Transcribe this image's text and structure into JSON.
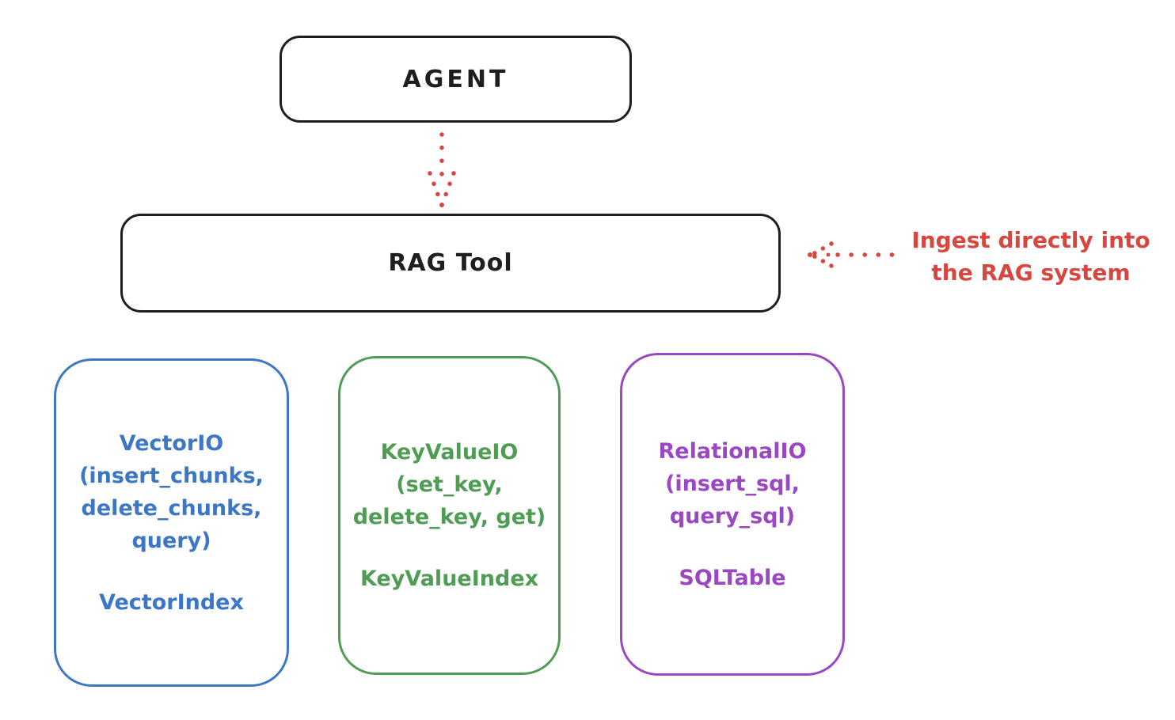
{
  "colors": {
    "ink": "#1e1e1e",
    "red": "#d8473f",
    "blue": "#3b77c4",
    "green": "#4f9d55",
    "purple": "#9b46c3"
  },
  "agent_box": {
    "label": "AGENT"
  },
  "rag_tool_box": {
    "label": "RAG Tool"
  },
  "annotation": {
    "line1": "Ingest directly into",
    "line2": "the RAG system"
  },
  "backends": {
    "vector": {
      "title": "VectorIO",
      "methods_line1": "(insert_chunks,",
      "methods_line2": "delete_chunks,",
      "methods_line3": "query)",
      "index": "VectorIndex"
    },
    "keyvalue": {
      "title": "KeyValueIO",
      "methods_line1": "(set_key,",
      "methods_line2": "delete_key, get)",
      "index": "KeyValueIndex"
    },
    "relational": {
      "title": "RelationalIO",
      "methods_line1": "(insert_sql,",
      "methods_line2": "query_sql)",
      "index": "SQLTable"
    }
  }
}
